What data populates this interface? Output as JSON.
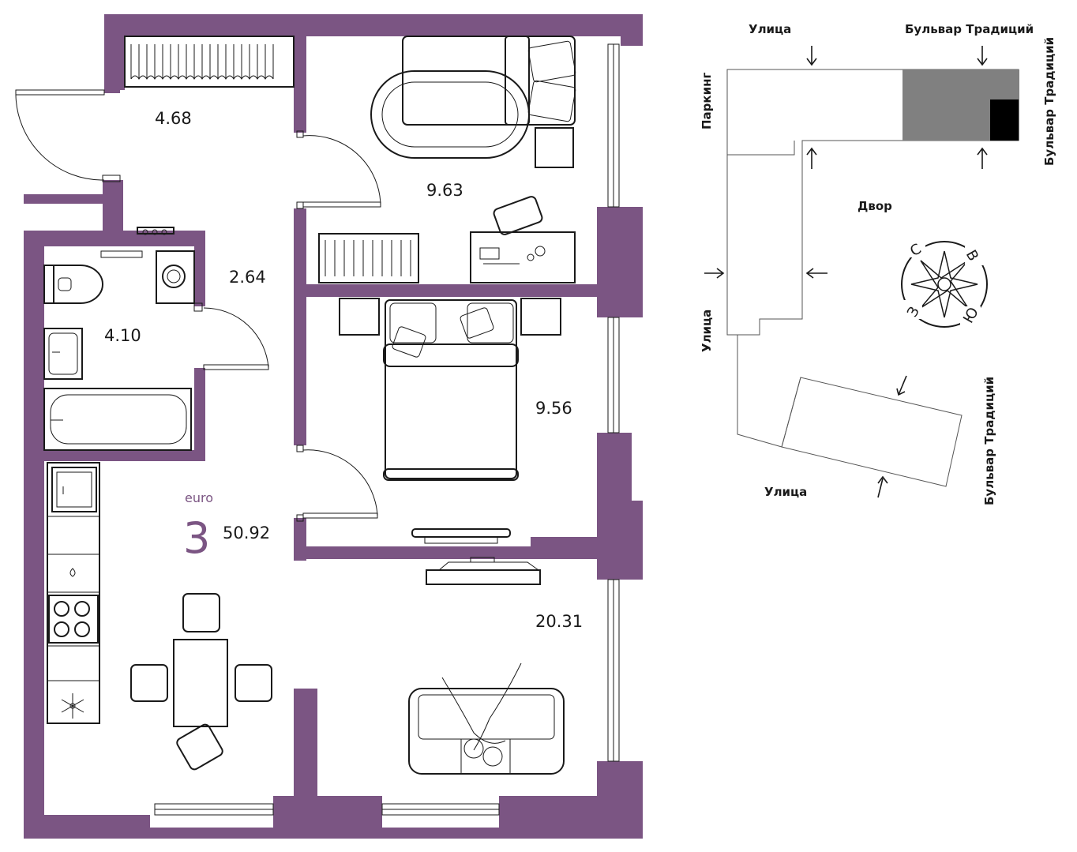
{
  "colors": {
    "wall": "#7b5583",
    "accent": "#7b5583",
    "building_gray": "#808080",
    "building_dark": "#000000",
    "line": "#1a1a1a"
  },
  "apartment": {
    "class_label": "euro",
    "rooms_count": "3",
    "total_area": "50.92"
  },
  "room_areas": {
    "hall": "4.68",
    "bedroom_top": "9.63",
    "toilet_small": "2.64",
    "bathroom": "4.10",
    "bedroom_middle": "9.56",
    "living": "20.31"
  },
  "site_plan": {
    "street_top": "Улица",
    "boulevard_top": "Бульвар Традиций",
    "boulevard_right": "Бульвар Традиций",
    "parking": "Паркинг",
    "street_left": "Улица",
    "yard": "Двор",
    "boulevard_lower": "Бульвар Традиций",
    "street_bottom": "Улица"
  },
  "compass": {
    "north": "С",
    "east": "В",
    "south": "Ю",
    "west": "З"
  },
  "icons": [
    "compass-rose-icon",
    "arrow-icon",
    "stove-icon",
    "snowflake-icon",
    "sink-icon",
    "toilet-icon",
    "washer-icon",
    "bathtub-icon",
    "bed-icon",
    "sofa-icon",
    "tv-icon",
    "desk-icon",
    "radiator-icon",
    "table-icon",
    "chair-icon"
  ]
}
